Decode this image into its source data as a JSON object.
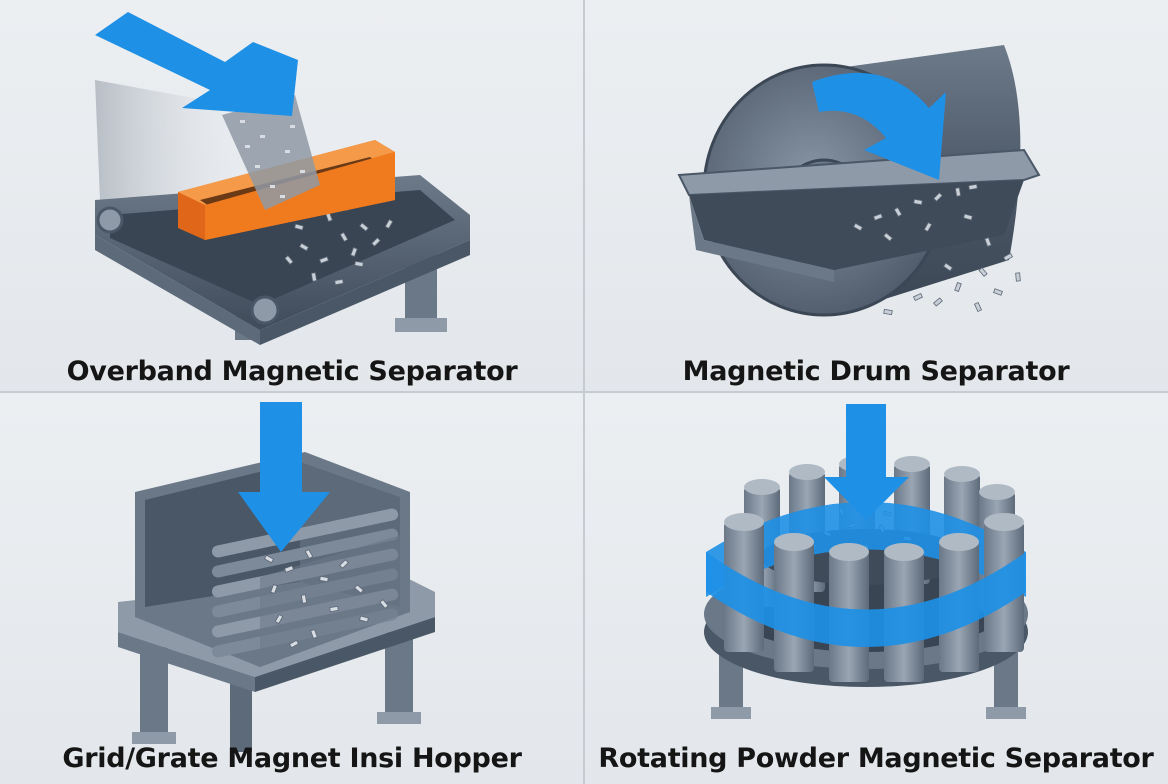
{
  "panels": [
    {
      "caption": "Overband Magnetic Separator"
    },
    {
      "caption": "Magnetic Drum Separator"
    },
    {
      "caption": "Grid/Grate Magnet Insi Hopper"
    },
    {
      "caption": "Rotating Powder Magnetic Separator"
    }
  ],
  "colors": {
    "flow_arrow": "#1e90e6",
    "steel_dark": "#4a5767",
    "steel_mid": "#6b7888",
    "steel_light": "#8e9aa8",
    "magnet_orange": "#f07a1e",
    "background": "#e6e9ed"
  }
}
